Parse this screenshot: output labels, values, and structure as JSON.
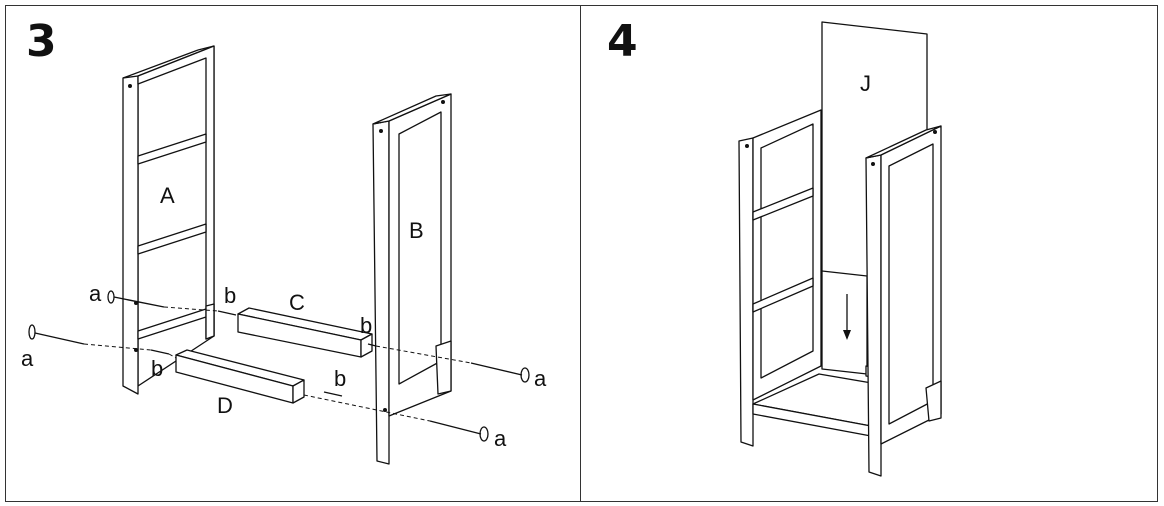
{
  "steps": [
    {
      "number": "3",
      "labels": {
        "panel_a": "A",
        "panel_b": "B",
        "rail_c": "C",
        "rail_d": "D",
        "screw_a1": "a",
        "screw_a2": "a",
        "screw_a3": "a",
        "screw_a4": "a",
        "dowel_b1": "b",
        "dowel_b2": "b",
        "dowel_b3": "b",
        "dowel_b4": "b"
      }
    },
    {
      "number": "4",
      "labels": {
        "back_panel_j": "J"
      }
    }
  ]
}
